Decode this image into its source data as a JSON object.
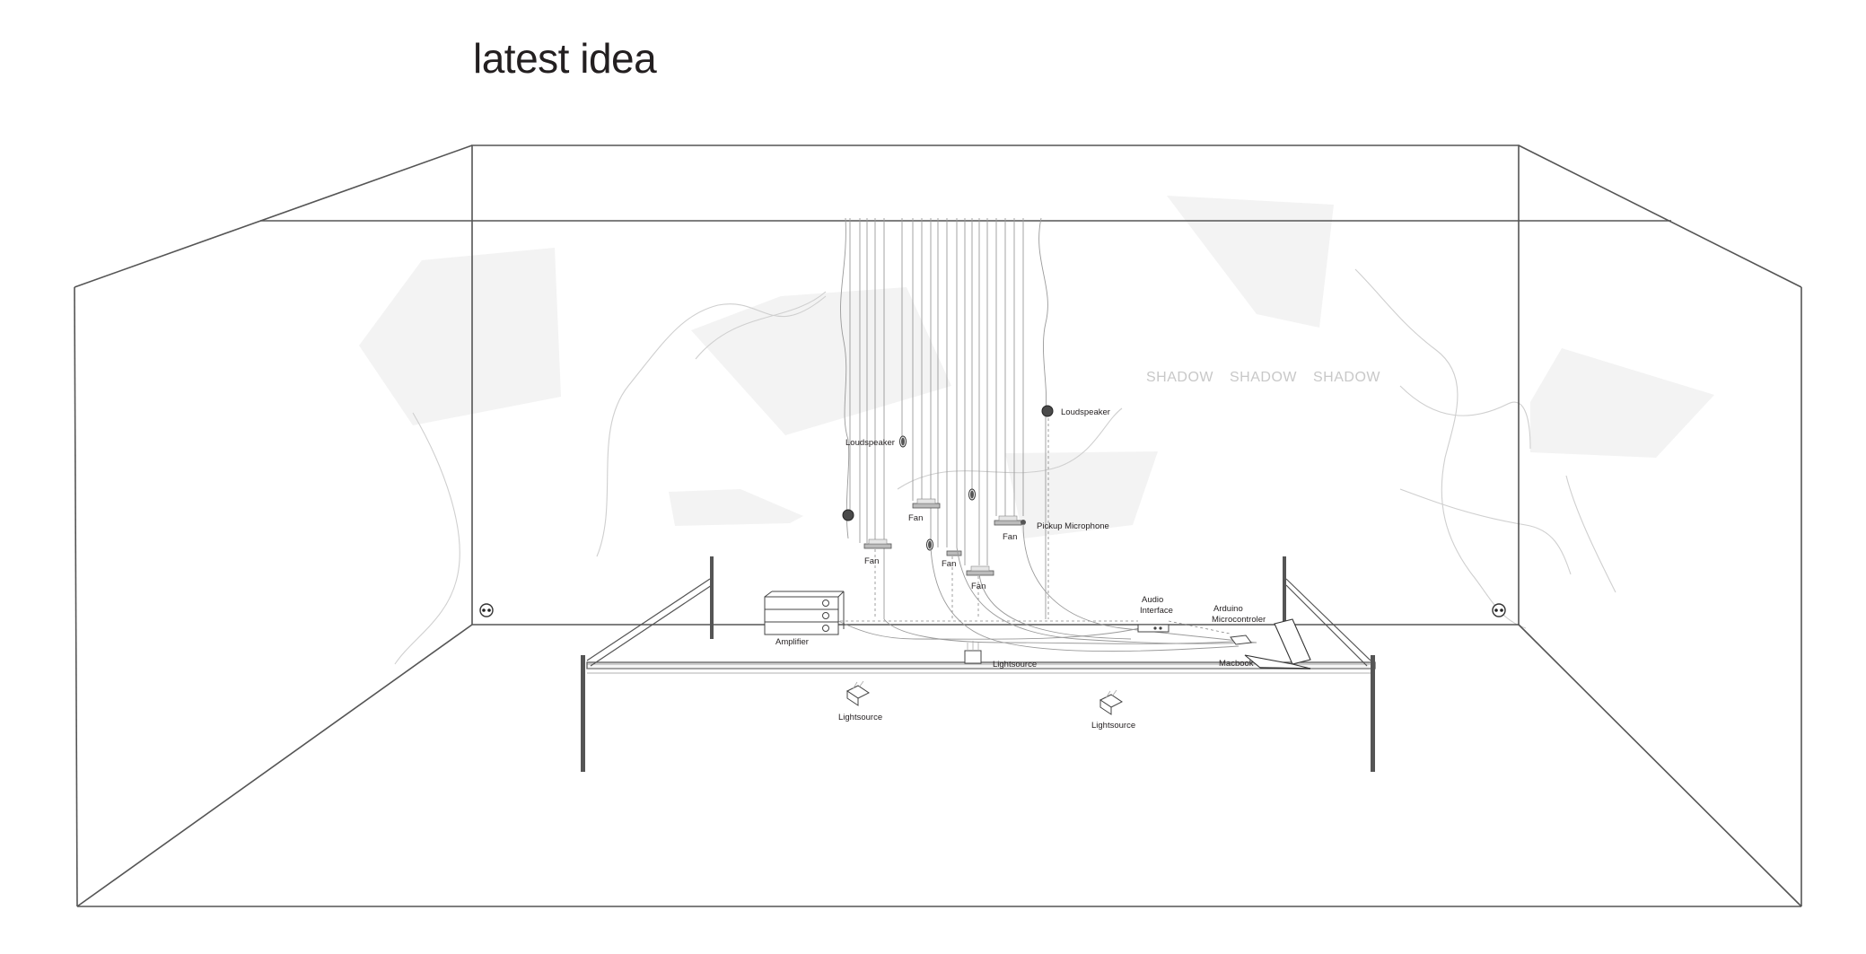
{
  "title": "latest idea",
  "colors": {
    "line": "#555555",
    "post": "#555555",
    "shadow_shape": "#f3f3f3",
    "shadow_text": "#c8c8c8",
    "speaker": "#4a4a4a"
  },
  "shadows": [
    "SHADOW",
    "SHADOW",
    "SHADOW"
  ],
  "labels": {
    "loudspeaker_1": "Loudspeaker",
    "loudspeaker_2": "Loudspeaker",
    "fan_1": "Fan",
    "fan_2": "Fan",
    "fan_3": "Fan",
    "fan_4": "Fan",
    "fan_5": "Fan",
    "pickup_microphone": "Pickup Microphone",
    "amplifier": "Amplifier",
    "audio_interface": [
      "Audio",
      "Interface"
    ],
    "arduino": [
      "Arduino",
      "Microcontroler"
    ],
    "macbook": "Macbook",
    "lightsource_1": "Lightsource",
    "lightsource_2": "Lightsource",
    "lightsource_3": "Lightsource"
  },
  "icons": [
    "wall-socket-icon",
    "loudspeaker-icon",
    "fan-icon",
    "amplifier-icon",
    "laptop-icon",
    "lightsource-icon"
  ]
}
